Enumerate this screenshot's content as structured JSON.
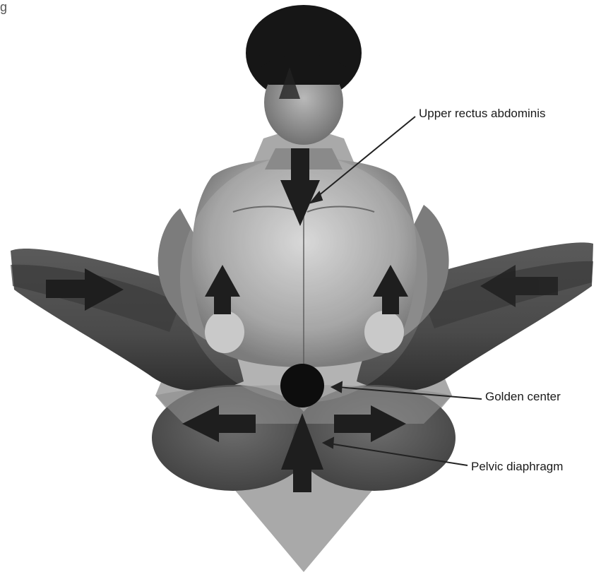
{
  "labels": {
    "upper": "Upper rectus abdominis",
    "golden": "Golden center",
    "pelvic": "Pelvic diaphragm"
  },
  "corner_glyph": "g",
  "arrows": [
    {
      "name": "head-down-arrow",
      "direction": "down"
    },
    {
      "name": "left-leg-right-arrow",
      "direction": "right"
    },
    {
      "name": "right-leg-left-arrow",
      "direction": "left"
    },
    {
      "name": "left-hand-up-arrow",
      "direction": "up"
    },
    {
      "name": "right-hand-up-arrow",
      "direction": "up"
    },
    {
      "name": "pelvis-left-arrow",
      "direction": "left"
    },
    {
      "name": "pelvis-right-arrow",
      "direction": "right"
    },
    {
      "name": "pelvis-up-arrow",
      "direction": "up"
    }
  ],
  "colors": {
    "background": "#ffffff",
    "triangle": "#a8a8a8",
    "arrow": "#1e1e1e",
    "skin": "#6f6f6f",
    "hair": "#151515",
    "leader_line": "#222222"
  }
}
